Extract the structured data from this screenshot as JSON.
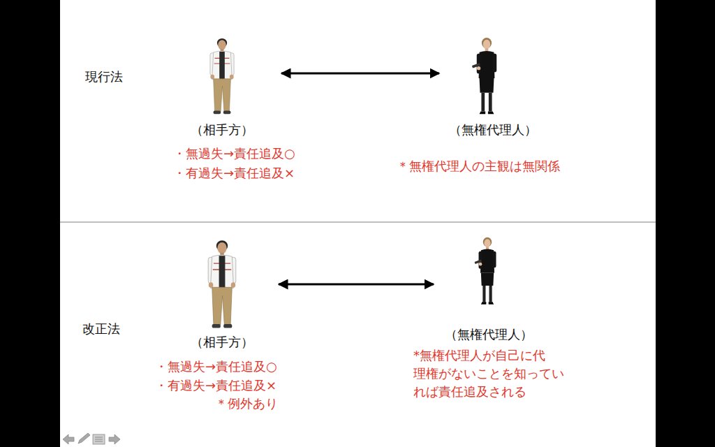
{
  "diagram": {
    "nodes": [
      {
        "text": [
          "（相手方）"
        ]
      },
      {
        "text": [
          "（無権代理人）"
        ]
      },
      {
        "text": [
          "（相手方）"
        ]
      },
      {
        "text": [
          "（無権代理人）"
        ]
      }
    ],
    "edges": [
      {
        "from": 0,
        "to": 1,
        "arrow": "both"
      },
      {
        "from": 2,
        "to": 3,
        "arrow": "both"
      }
    ],
    "labels": [
      "現行法",
      "・無過失→責任追及○",
      "・有過失→責任追及×",
      "＊無権代理人の主観は無関係",
      "改正法",
      "・無過失→責任追及○",
      "・有過失→責任追及×",
      "＊例外あり",
      "*無権代理人が自己に代 理権がないことを知ってい れば責任追及される"
    ]
  }
}
